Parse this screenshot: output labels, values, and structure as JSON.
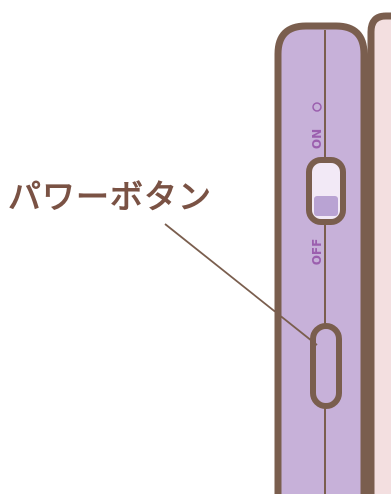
{
  "callout_label": "パワーボタン",
  "switch_on_label": "ON",
  "switch_off_label": "OFF",
  "colors": {
    "outline": "#7a5e4e",
    "body": "#c7b1d9",
    "screen_edge": "#f3dfe0",
    "switch_accent": "#9b5fae",
    "text": "#7a5244"
  }
}
